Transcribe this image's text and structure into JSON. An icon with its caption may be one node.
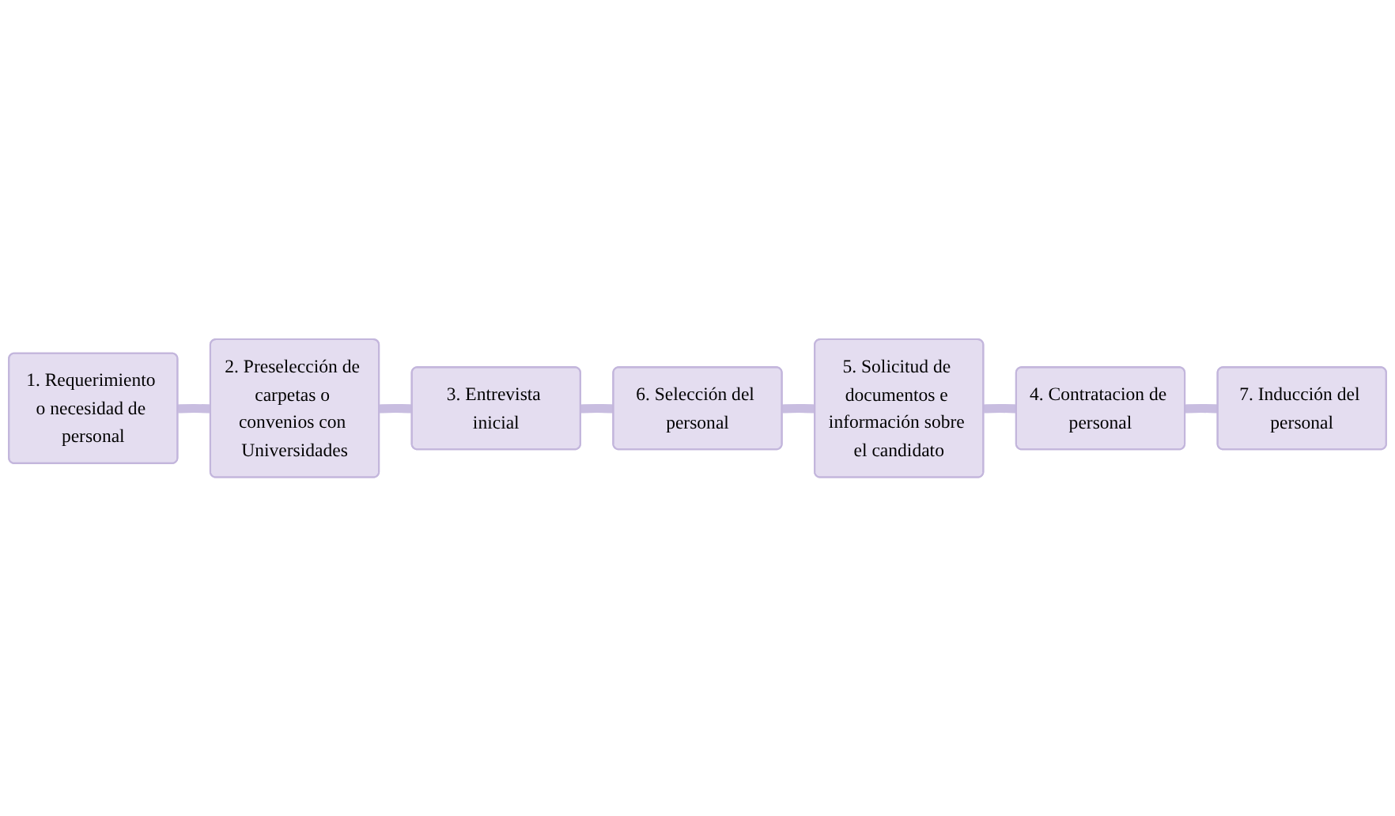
{
  "diagram": {
    "nodes": [
      {
        "text": [
          "1. Requerimiento o necesidad de personal"
        ]
      },
      {
        "text": [
          "2. Preselección de carpetas o convenios con Universidades"
        ]
      },
      {
        "text": [
          "3. Entrevista inicial"
        ]
      },
      {
        "text": [
          "4. Contratacion de personal"
        ]
      },
      {
        "text": [
          "5. Solicitud de documentos e información sobre el candidato"
        ]
      },
      {
        "text": [
          "6. Selección del personal"
        ]
      },
      {
        "text": [
          "7. Inducción del personal"
        ]
      }
    ],
    "edges": [
      {
        "from": 0,
        "to": 1,
        "arrow": "none"
      },
      {
        "from": 1,
        "to": 2,
        "arrow": "none"
      },
      {
        "from": 2,
        "to": 5,
        "arrow": "none"
      },
      {
        "from": 5,
        "to": 4,
        "arrow": "none"
      },
      {
        "from": 4,
        "to": 3,
        "arrow": "none"
      },
      {
        "from": 3,
        "to": 6,
        "arrow": "none"
      }
    ]
  }
}
